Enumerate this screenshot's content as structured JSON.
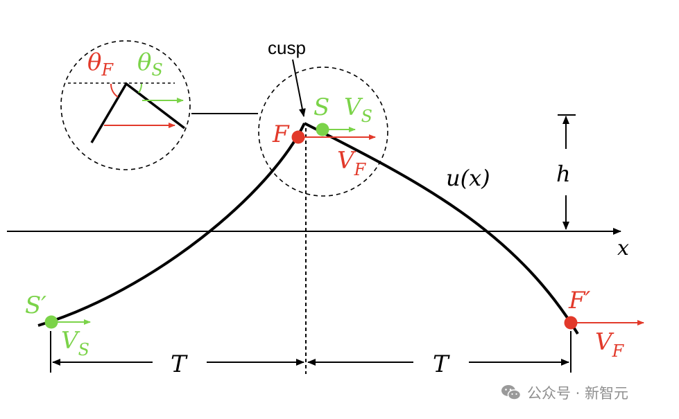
{
  "labels": {
    "cusp": "cusp",
    "u_of_x": "u(x)",
    "h": "h",
    "x_axis": "x",
    "T_left": "T",
    "T_right": "T",
    "S": "S",
    "F": "F",
    "S_prime": "S′",
    "F_prime": "F′",
    "V": "V",
    "theta": "θ",
    "sub_S": "S",
    "sub_F": "F"
  },
  "watermark": {
    "text": "公众号 · 新智元",
    "icon": "wechat-icon"
  },
  "colors": {
    "green": "#7bd349",
    "red": "#e2392a",
    "black": "#000000",
    "watermark": "#8f8f8f"
  }
}
